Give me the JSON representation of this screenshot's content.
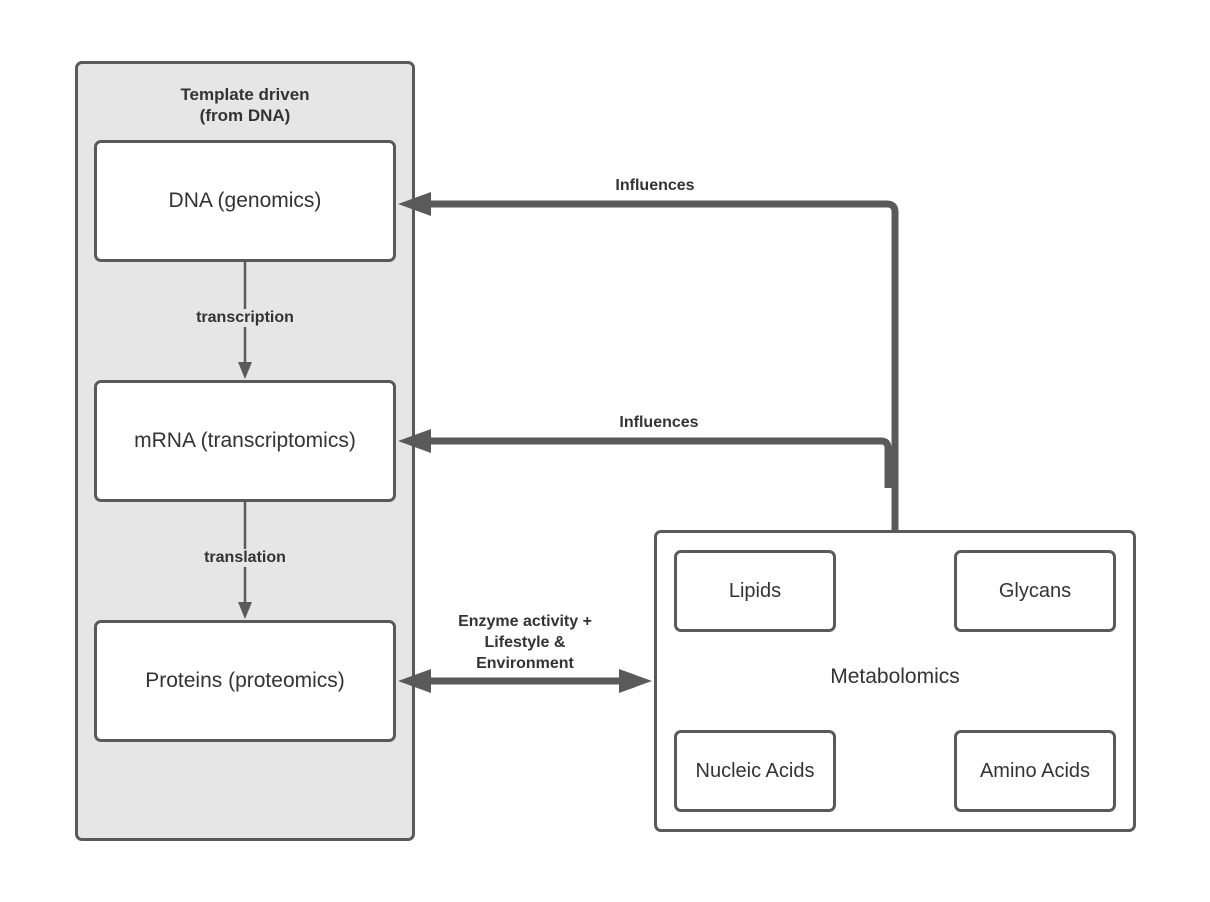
{
  "panel": {
    "title": "Template driven\n(from DNA)"
  },
  "nodes": {
    "dna": "DNA (genomics)",
    "mrna": "mRNA (transcriptomics)",
    "proteins": "Proteins (proteomics)"
  },
  "metabolomics": {
    "label": "Metabolomics",
    "items": {
      "lipids": "Lipids",
      "glycans": "Glycans",
      "nucleic_acids": "Nucleic Acids",
      "amino_acids": "Amino Acids"
    }
  },
  "edges": {
    "transcription": "transcription",
    "translation": "translation",
    "influences_dna": "Influences",
    "influences_mrna": "Influences",
    "enzyme": "Enzyme activity +\nLifestyle &\nEnvironment"
  },
  "colors": {
    "panel_fill": "#e6e6e6",
    "stroke": "#5a5a5a",
    "text": "#333333"
  }
}
